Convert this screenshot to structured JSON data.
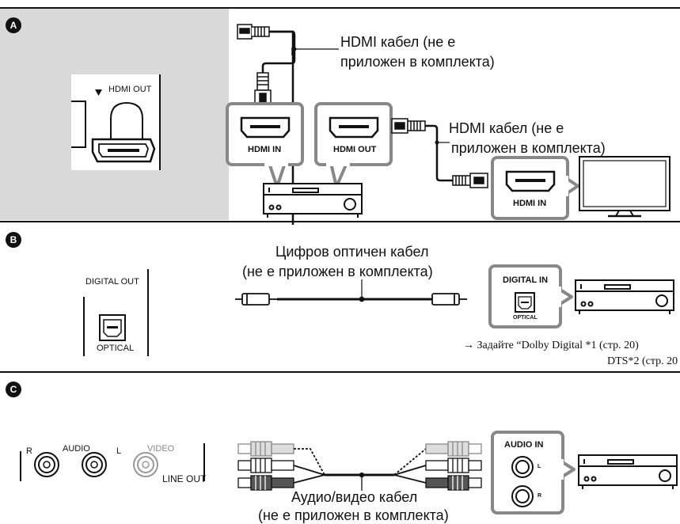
{
  "sections": [
    {
      "badge": "A",
      "player_port_label": "HDMI OUT",
      "cable1_label": [
        "HDMI кабел (не е",
        "приложен в комплекта)"
      ],
      "receiver_in_label": "HDMI IN",
      "receiver_out_label": "HDMI OUT",
      "cable2_label": [
        "HDMI кабел (не е",
        "приложен в комплекта)"
      ],
      "tv_in_label": "HDMI IN"
    },
    {
      "badge": "B",
      "player_port_label": "DIGITAL OUT",
      "player_port_sublabel": "OPTICAL",
      "cable_label": [
        "Цифров оптичен кабел",
        "(не е приложен в комплекта)"
      ],
      "receiver_in_label": "DIGITAL IN",
      "receiver_in_sublabel": "OPTICAL",
      "note_line1": "→ Задайте “Dolby Digital *1 (стр. 20)",
      "note_line2": "DTS*2 (стр. 20"
    },
    {
      "badge": "C",
      "player_r": "R",
      "player_audio": "AUDIO",
      "player_l": "L",
      "player_video": "VIDEO",
      "player_line_out": "LINE OUT",
      "cable_label": [
        "Аудио/видео кабел",
        "(не е приложен в комплекта)"
      ],
      "receiver_in_label": "AUDIO IN",
      "receiver_l": "L",
      "receiver_r": "R"
    }
  ]
}
